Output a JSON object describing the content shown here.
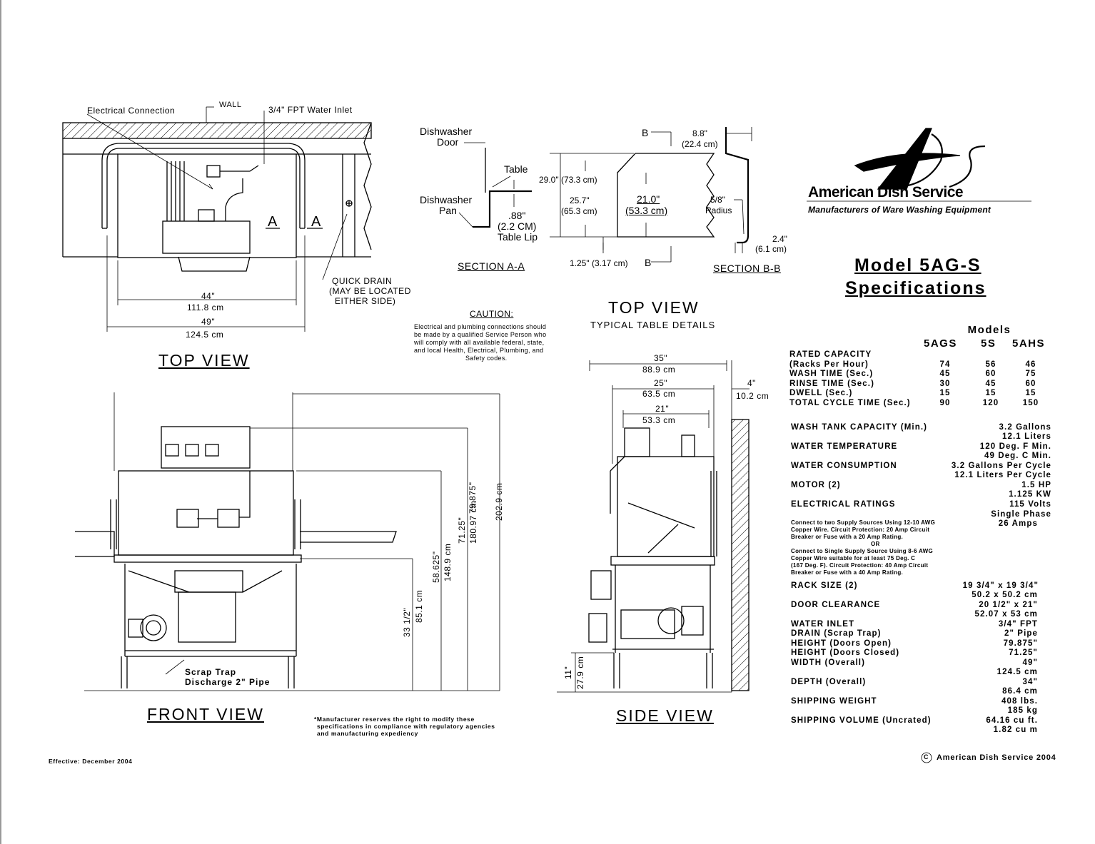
{
  "top_plan": {
    "electrical_connection": "Electrical Connection",
    "wall": "WALL",
    "water_inlet": "3/4\" FPT Water Inlet",
    "section_marker_left": "A",
    "section_marker_right": "A",
    "quick_drain": [
      "QUICK DRAIN",
      "(MAY BE LOCATED",
      "EITHER SIDE)"
    ],
    "dim_44_in": "44\"",
    "dim_44_cm": "111.8 cm",
    "dim_49_in": "49\"",
    "dim_49_cm": "124.5 cm",
    "title": "TOP VIEW"
  },
  "section_aa": {
    "dishwasher_door": [
      "Dishwasher",
      "Door"
    ],
    "table": "Table",
    "dishwasher_pan": [
      "Dishwasher",
      "Pan"
    ],
    "lip_in": ".88\"",
    "lip_cm": "(2.2 CM)",
    "table_lip": "Table Lip",
    "title": "SECTION A-A"
  },
  "table_detail": {
    "b_top": "B",
    "b_bottom": "B",
    "dim_29": "29.0\" (73.3 cm)",
    "dim_25_in": "25.7\"",
    "dim_25_cm": "(65.3 cm)",
    "dim_21_in": "21.0\"",
    "dim_21_cm": "(53.3 cm)",
    "dim_125": "1.25\" (3.17 cm)",
    "title": "TOP VIEW",
    "subtitle": "TYPICAL TABLE DETAILS"
  },
  "section_bb": {
    "dim_88_in": "8.8\"",
    "dim_88_cm": "(22.4 cm)",
    "radius_in": "5/8\"",
    "radius_label": "Radius",
    "dim_24_in": "2.4\"",
    "dim_24_cm": "(6.1 cm)",
    "title": "SECTION B-B"
  },
  "caution": {
    "title": "CAUTION:",
    "lines": [
      "Electrical and plumbing connections should",
      "be made by a qualified Service Person who",
      "will comply with all available federal, state,",
      "and local Health, Electrical, Plumbing, and",
      "Safety codes."
    ]
  },
  "logo": {
    "brand": "American Dish Service",
    "tagline": "Manufacturers of Ware Washing Equipment"
  },
  "heading": {
    "line1": "Model 5AG-S",
    "line2": "Specifications"
  },
  "front_view": {
    "dim_7987_in": "79.875\"",
    "dim_7987_cm": "202.9 cm",
    "dim_7125_in": "71.25\"",
    "dim_7125_cm": "180.97 cm",
    "dim_58_in": "58.625\"",
    "dim_58_cm": "148.9 cm",
    "dim_33_in": "33 1/2\"",
    "dim_33_cm": "85.1 cm",
    "scrap_trap": [
      "Scrap Trap",
      "Discharge 2\" Pipe"
    ],
    "title": "FRONT VIEW"
  },
  "side_view": {
    "dim_35_in": "35\"",
    "dim_35_cm": "88.9 cm",
    "dim_25_in": "25\"",
    "dim_25_cm": "63.5 cm",
    "dim_21_in": "21\"",
    "dim_21_cm": "53.3 cm",
    "dim_4_in": "4\"",
    "dim_4_cm": "10.2 cm",
    "dim_11_in": "11\"",
    "dim_11_cm": "27.9 cm",
    "title": "SIDE VIEW"
  },
  "manufacturer_note": [
    "*Manufacturer reserves the right to modify these",
    "specifications in compliance with regulatory agencies",
    "and manufacturing expediency"
  ],
  "effective": "Effective: December 2004",
  "copyright": "American Dish Service 2004",
  "copyright_symbol": "C",
  "specs": {
    "models_label": "Models",
    "model_names": [
      "5AGS",
      "5S",
      "5AHS"
    ],
    "rated_capacity": "RATED CAPACITY",
    "table_rows": [
      {
        "label": "(Racks Per Hour)",
        "v": [
          "74",
          "56",
          "46"
        ]
      },
      {
        "label": "WASH TIME (Sec.)",
        "v": [
          "45",
          "60",
          "75"
        ]
      },
      {
        "label": "RINSE TIME (Sec.)",
        "v": [
          "30",
          "45",
          "60"
        ]
      },
      {
        "label": "DWELL (Sec.)",
        "v": [
          "15",
          "15",
          "15"
        ]
      },
      {
        "label": "TOTAL CYCLE TIME (Sec.)",
        "v": [
          "90",
          "120",
          "150"
        ]
      }
    ],
    "wash_tank": {
      "label": "WASH TANK CAPACITY (Min.)",
      "v1": "3.2 Gallons",
      "v2": "12.1 Liters"
    },
    "water_temp": {
      "label": "WATER TEMPERATURE",
      "v1": "120 Deg. F Min.",
      "v2": "49 Deg. C Min."
    },
    "water_cons": {
      "label": "WATER CONSUMPTION",
      "v1": "3.2 Gallons Per Cycle",
      "v2": "12.1 Liters Per Cycle"
    },
    "motor": {
      "label": "MOTOR (2)",
      "v1": "1.5 HP",
      "v2": "1.125 KW"
    },
    "electrical": {
      "label": "ELECTRICAL RATINGS",
      "v1": "115 Volts",
      "v2": "Single Phase",
      "v3": "26 Amps"
    },
    "elec_notes": [
      "Connect to two Supply Sources Using 12-10 AWG",
      "Copper Wire.  Circuit Protection: 20 Amp Circuit",
      "Breaker or Fuse with a 20 Amp Rating.",
      "OR",
      "Connect to Single Supply Source Using 8-6 AWG",
      "Copper Wire suitable for at least 75 Deg. C",
      "(167 Deg. F).  Circuit Protection: 40 Amp Circuit",
      "Breaker or Fuse with a 40 Amp Rating."
    ],
    "rack_size": {
      "label": "RACK SIZE (2)",
      "v1": "19 3/4\" x 19 3/4\"",
      "v2": "50.2 x 50.2 cm"
    },
    "door_clear": {
      "label": "DOOR CLEARANCE",
      "v1": "20 1/2\" x 21\"",
      "v2": "52.07 x 53 cm"
    },
    "water_inlet": {
      "label": "WATER INLET",
      "v1": "3/4\" FPT"
    },
    "drain": {
      "label": "DRAIN (Scrap Trap)",
      "v1": "2\" Pipe"
    },
    "height_open": {
      "label": "HEIGHT (Doors Open)",
      "v1": "79.875\""
    },
    "height_closed": {
      "label": "HEIGHT (Doors Closed)",
      "v1": "71.25\""
    },
    "width": {
      "label": "WIDTH (Overall)",
      "v1": "49\"",
      "v2": "124.5 cm"
    },
    "depth": {
      "label": "DEPTH (Overall)",
      "v1": "34\"",
      "v2": "86.4 cm"
    },
    "ship_weight": {
      "label": "SHIPPING WEIGHT",
      "v1": "408 lbs.",
      "v2": "185 kg"
    },
    "ship_volume": {
      "label": "SHIPPING VOLUME (Uncrated)",
      "v1": "64.16 cu ft.",
      "v2": "1.82 cu m"
    }
  }
}
